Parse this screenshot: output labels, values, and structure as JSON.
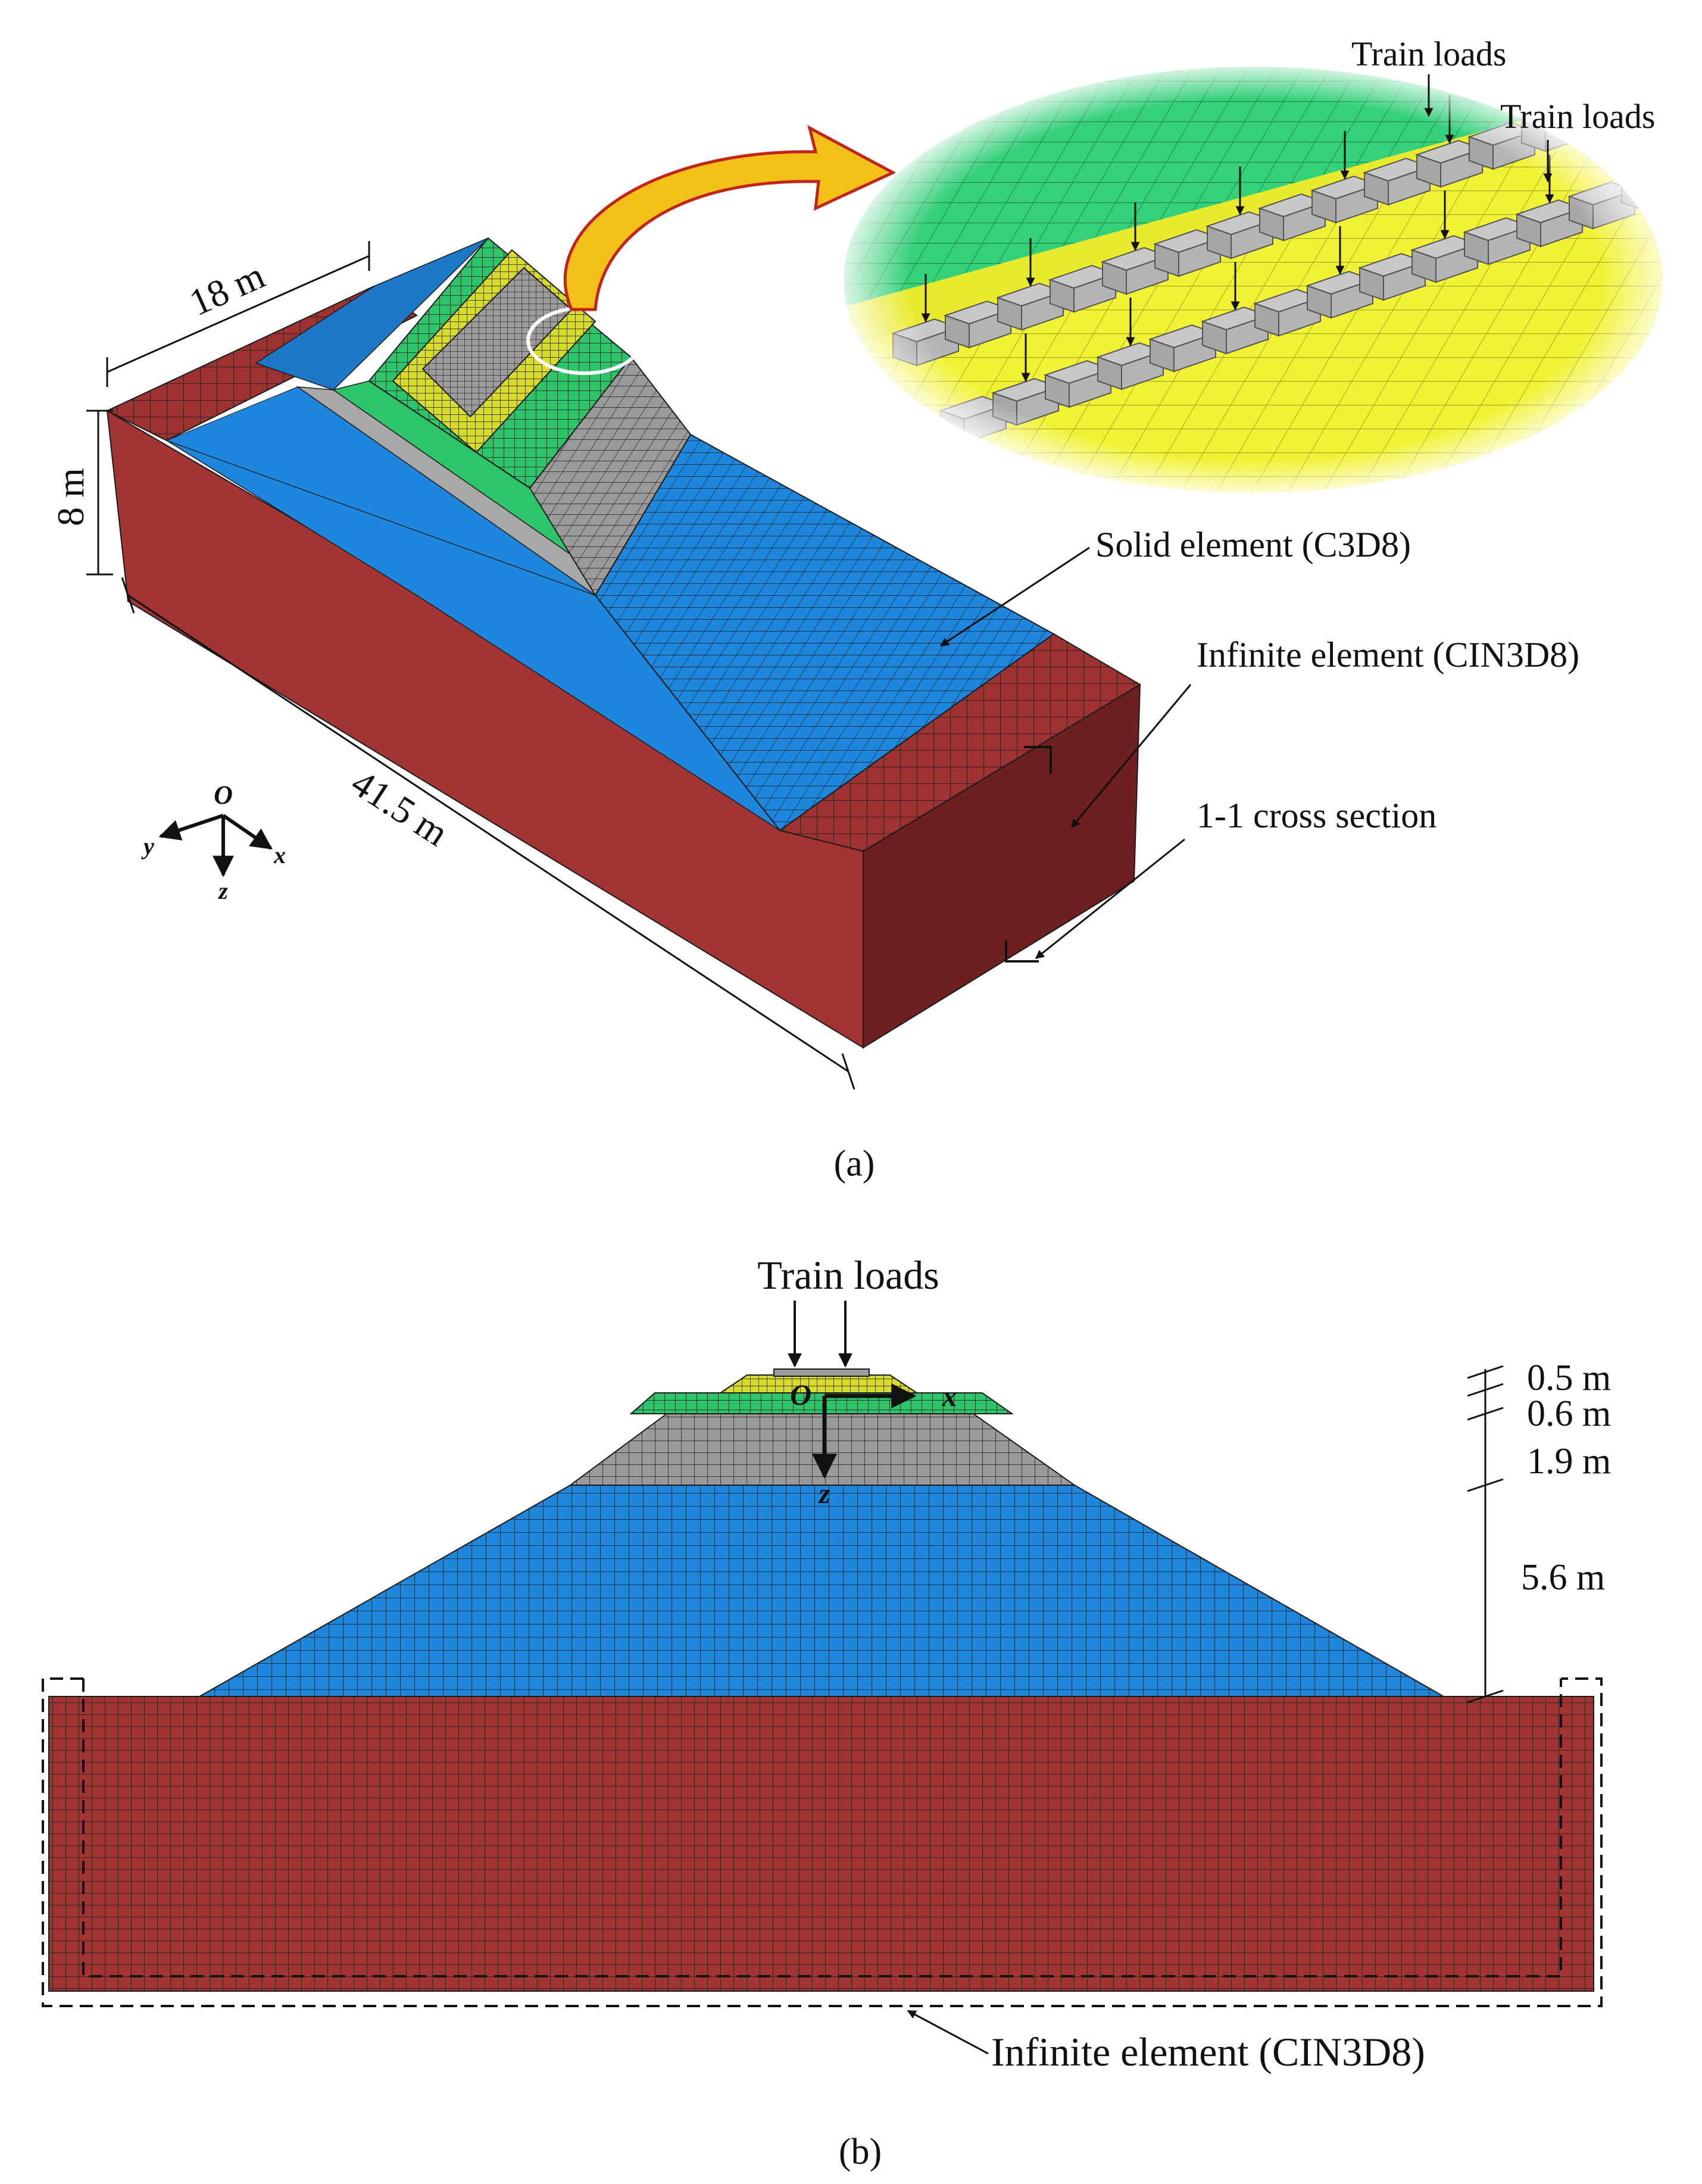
{
  "colors": {
    "foundation": "#9e3232",
    "foundation_dark": "#6e2020",
    "foundation_front": "#a23434",
    "embankment_body": "#1e86dd",
    "bottom_layer": "#9a9a9a",
    "surface_layer": "#2ec46a",
    "surface_bed": "#d7dc2a",
    "track_blocks": "#b4b4b4",
    "arrow_fill": "#f2c018",
    "arrow_edge": "#c0241a",
    "mesh_line": "#1a1a1a"
  },
  "panel_a": {
    "caption": "(a)",
    "dim_width": "18 m",
    "dim_height": "8 m",
    "dim_length": "41.5 m",
    "label_solid": "Solid element  (C3D8)",
    "label_infinite": "Infinite element  (CIN3D8)",
    "label_section": "1-1 cross section",
    "inset_load_1": "Train loads",
    "inset_load_2": "Train loads",
    "axes": {
      "origin": "O",
      "x": "x",
      "y": "y",
      "z": "z"
    }
  },
  "panel_b": {
    "caption": "(b)",
    "title_loads": "Train loads",
    "axes": {
      "origin": "O",
      "x": "x",
      "z": "z"
    },
    "layers": [
      "0.5 m",
      "0.6 m",
      "1.9 m",
      "5.6 m"
    ],
    "label_infinite": "Infinite element (CIN3D8)"
  }
}
